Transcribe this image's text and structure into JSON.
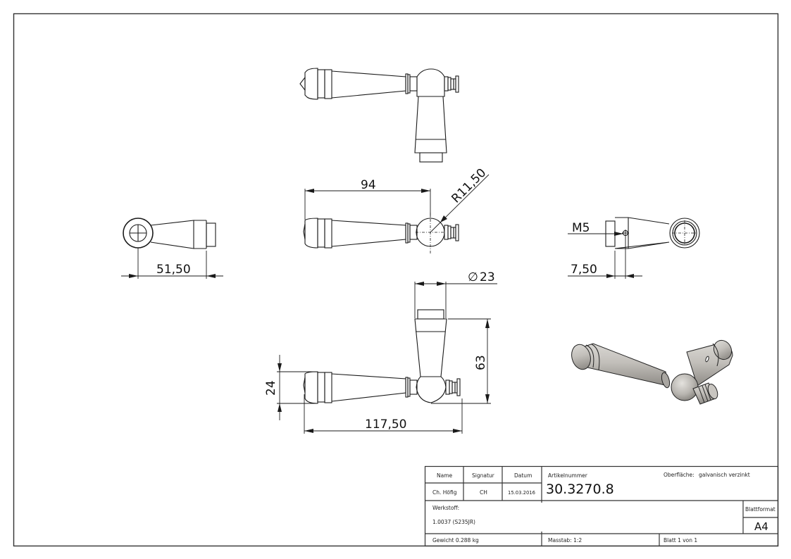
{
  "drawing": {
    "part_views": {
      "top_view": "lever handle top view",
      "front_view": "lever handle front view",
      "left_view": "lever handle left side view",
      "right_view": "lever handle right side view",
      "bottom_view": "lever handle bottom view",
      "iso_view": "lever handle isometric 3D render"
    },
    "dimensions": {
      "length_to_center": "94",
      "ball_radius": "R11,50",
      "side_length": "51,50",
      "thread": "M5",
      "hole_offset": "7,50",
      "diameter": "23",
      "diameter_symbol": "∅",
      "height": "63",
      "grip_height": "24",
      "overall_length": "117,50"
    }
  },
  "title_block": {
    "headers": {
      "name": "Name",
      "signature": "Signatur",
      "date": "Datum",
      "article_number": "Artikelnummer",
      "surface_label": "Oberfläche:",
      "surface_value": "galvanisch verzinkt"
    },
    "values": {
      "name": "Ch. Höfig",
      "signature": "CH",
      "date": "15.03.2016",
      "article_number": "30.3270.8"
    },
    "material_label": "Werkstoff:",
    "material_value": "1.0037 (S235JR)",
    "format_label": "Blattformat",
    "format_value": "A4",
    "weight": "Gewicht 0.288 kg",
    "scale": "Masstab: 1:2",
    "sheet": "Blatt 1 von 1"
  },
  "colors": {
    "line": "#1a1a1a",
    "render_body": "#b9b6b0",
    "render_shadow": "#8a8782",
    "render_highlight": "#e2e0dc"
  }
}
